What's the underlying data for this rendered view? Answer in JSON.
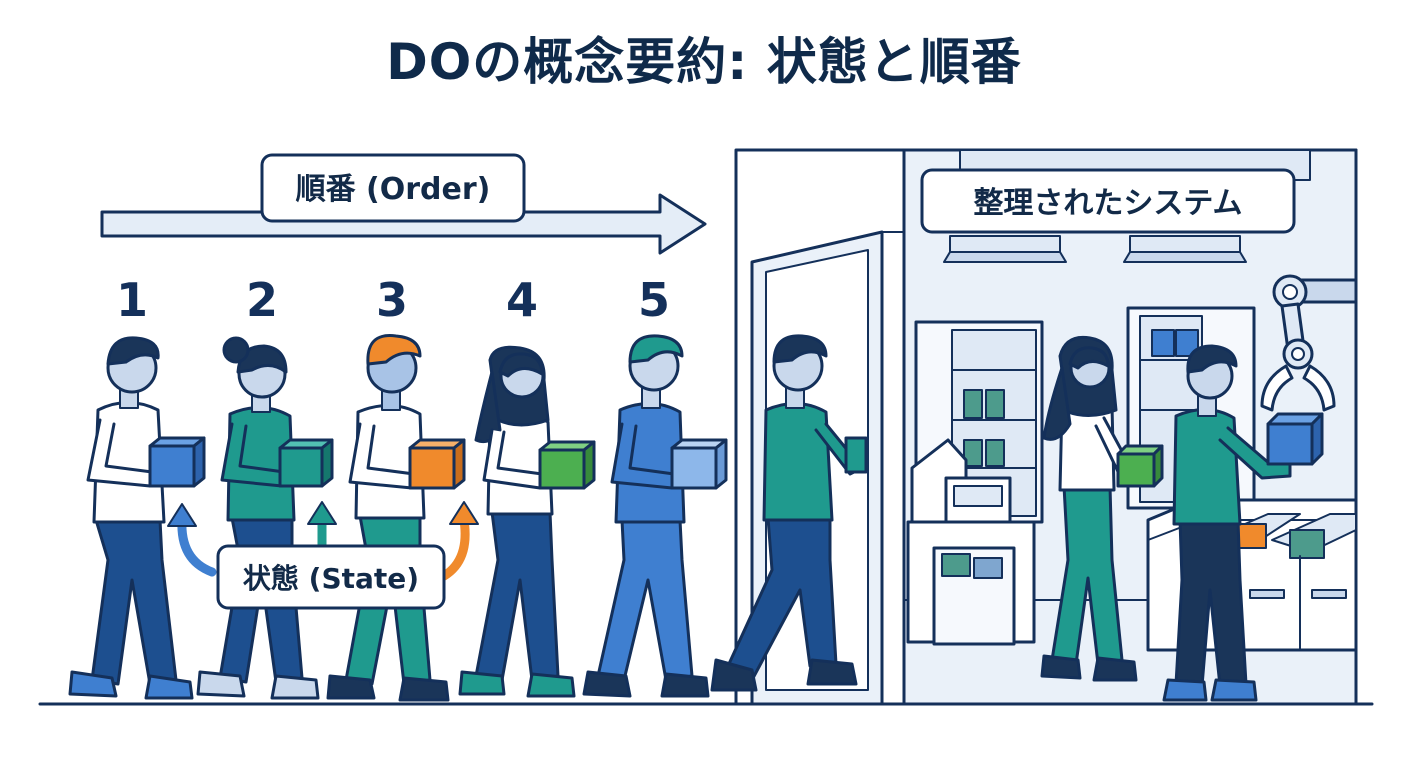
{
  "title": "DOの概念要約: 状態と順番",
  "order_label": "順番 (Order)",
  "state_label": "状態 (State)",
  "system_label": "整理されたシステム",
  "queue_numbers": [
    "1",
    "2",
    "3",
    "4",
    "5"
  ],
  "colors": {
    "navy": "#14305a",
    "blue": "#3f7fd0",
    "teal": "#1f9a8e",
    "orange": "#f08a2c",
    "green": "#4caf50",
    "pale_blue": "#dfe9f5"
  },
  "icons": [
    "arrow-right-icon",
    "curved-arrow-up-icon",
    "box-icon",
    "robot-arm-icon"
  ]
}
